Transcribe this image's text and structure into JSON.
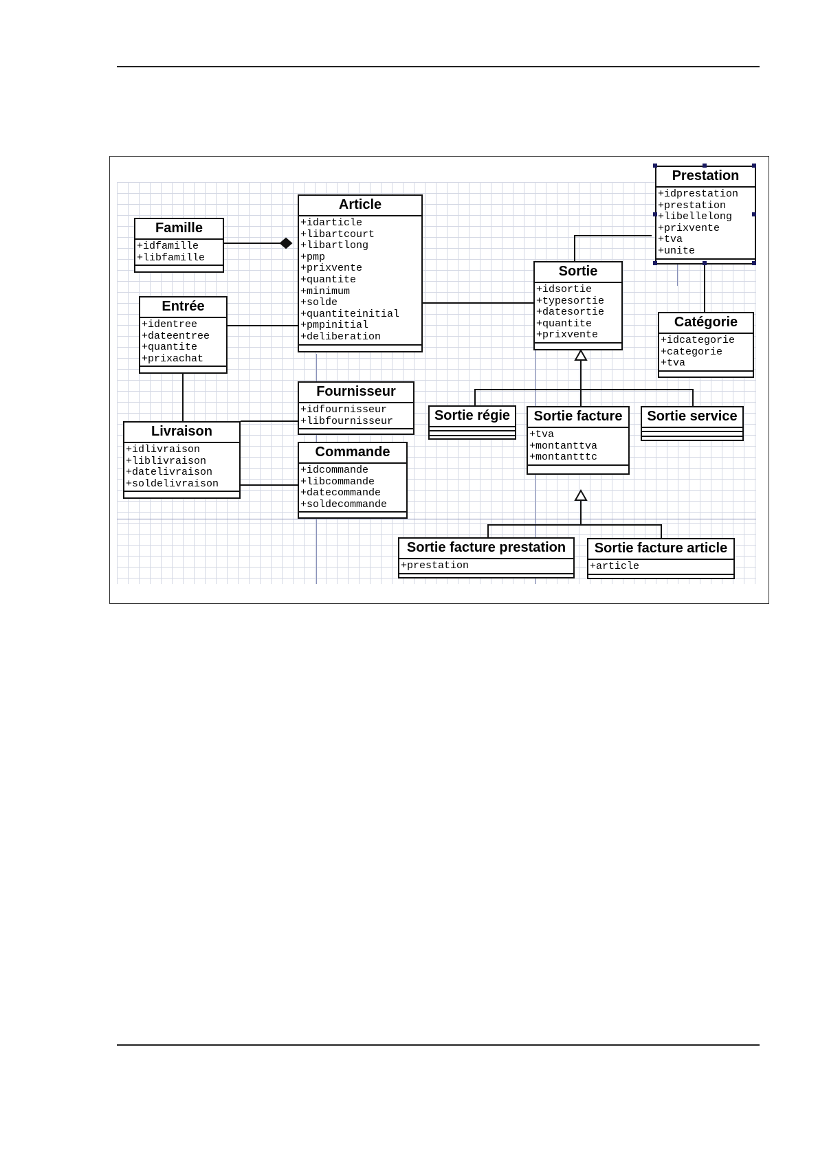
{
  "classes": {
    "famille": {
      "name": "Famille",
      "attrs": [
        "+idfamille",
        "+libfamille"
      ]
    },
    "article": {
      "name": "Article",
      "attrs": [
        "+idarticle",
        "+libartcourt",
        "+libartlong",
        "+pmp",
        "+prixvente",
        "+quantite",
        "+minimum",
        "+solde",
        "+quantiteinitial",
        "+pmpinitial",
        "+deliberation"
      ]
    },
    "prestation": {
      "name": "Prestation",
      "attrs": [
        "+idprestation",
        "+prestation",
        "+libellelong",
        "+prixvente",
        "+tva",
        "+unite"
      ]
    },
    "sortie": {
      "name": "Sortie",
      "attrs": [
        "+idsortie",
        "+typesortie",
        "+datesortie",
        "+quantite",
        "+prixvente"
      ]
    },
    "entree": {
      "name": "Entrée",
      "attrs": [
        "+identree",
        "+dateentree",
        "+quantite",
        "+prixachat"
      ]
    },
    "categorie": {
      "name": "Catégorie",
      "attrs": [
        "+idcategorie",
        "+categorie",
        "+tva"
      ]
    },
    "fournisseur": {
      "name": "Fournisseur",
      "attrs": [
        "+idfournisseur",
        "+libfournisseur"
      ]
    },
    "sortie_regie": {
      "name": "Sortie régie",
      "attrs": []
    },
    "sortie_facture": {
      "name": "Sortie facture",
      "attrs": [
        "+tva",
        "+montanttva",
        "+montantttc"
      ]
    },
    "sortie_service": {
      "name": "Sortie service",
      "attrs": []
    },
    "livraison": {
      "name": "Livraison",
      "attrs": [
        "+idlivraison",
        "+liblivraison",
        "+datelivraison",
        "+soldelivraison"
      ]
    },
    "commande": {
      "name": "Commande",
      "attrs": [
        "+idcommande",
        "+libcommande",
        "+datecommande",
        "+soldecommande"
      ]
    },
    "sortie_facture_prestation": {
      "name": "Sortie facture prestation",
      "attrs": [
        "+prestation"
      ]
    },
    "sortie_facture_article": {
      "name": "Sortie facture article",
      "attrs": [
        "+article"
      ]
    }
  }
}
